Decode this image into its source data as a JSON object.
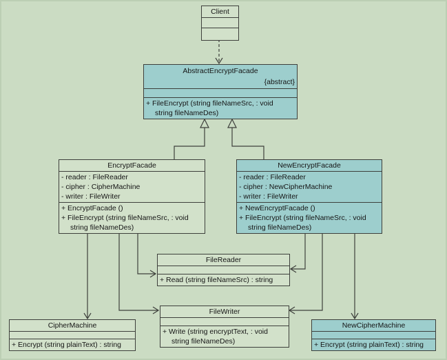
{
  "colors": {
    "background": "#cbdcc3",
    "box_fill_light": "#d2e1ca",
    "box_fill_teal": "#9dcecd",
    "border": "#3d3f3b",
    "text": "#151515"
  },
  "classes": {
    "client": {
      "name": "Client",
      "attributes": [],
      "operations": []
    },
    "abstract_encrypt_facade": {
      "name": "AbstractEncryptFacade",
      "stereotype": "{abstract}",
      "attributes": [],
      "operations": [
        "+ FileEncrypt (string fileNameSrc, : void",
        "string fileNameDes)"
      ]
    },
    "encrypt_facade": {
      "name": "EncryptFacade",
      "attributes": [
        "- reader : FileReader",
        "- cipher : CipherMachine",
        "- writer : FileWriter"
      ],
      "operations": [
        "+ EncryptFacade ()",
        "+ FileEncrypt (string fileNameSrc, : void",
        "string fileNameDes)"
      ]
    },
    "new_encrypt_facade": {
      "name": "NewEncryptFacade",
      "attributes": [
        "- reader : FileReader",
        "- cipher : NewCipherMachine",
        "- writer : FileWriter"
      ],
      "operations": [
        "+ NewEncryptFacade ()",
        "+ FileEncrypt (string fileNameSrc, : void",
        "string fileNameDes)"
      ]
    },
    "file_reader": {
      "name": "FileReader",
      "attributes": [],
      "operations": [
        "+ Read (string fileNameSrc) : string"
      ]
    },
    "file_writer": {
      "name": "FileWriter",
      "attributes": [],
      "operations": [
        "+ Write (string encryptText, : void",
        "string fileNameDes)"
      ]
    },
    "cipher_machine": {
      "name": "CipherMachine",
      "attributes": [],
      "operations": [
        "+ Encrypt (string plainText) : string"
      ]
    },
    "new_cipher_machine": {
      "name": "NewCipherMachine",
      "attributes": [],
      "operations": [
        "+ Encrypt (string plainText) : string"
      ]
    }
  },
  "relationships": [
    {
      "type": "dependency",
      "from": "Client",
      "to": "AbstractEncryptFacade",
      "arrow": "open"
    },
    {
      "type": "generalization",
      "from": "EncryptFacade",
      "to": "AbstractEncryptFacade",
      "arrow": "hollow-triangle"
    },
    {
      "type": "generalization",
      "from": "NewEncryptFacade",
      "to": "AbstractEncryptFacade",
      "arrow": "hollow-triangle"
    },
    {
      "type": "association",
      "from": "EncryptFacade",
      "to": "CipherMachine",
      "arrow": "open"
    },
    {
      "type": "association",
      "from": "EncryptFacade",
      "to": "FileWriter",
      "arrow": "open"
    },
    {
      "type": "association",
      "from": "EncryptFacade",
      "to": "FileReader",
      "arrow": "open"
    },
    {
      "type": "association",
      "from": "NewEncryptFacade",
      "to": "FileReader",
      "arrow": "open"
    },
    {
      "type": "association",
      "from": "NewEncryptFacade",
      "to": "FileWriter",
      "arrow": "open"
    },
    {
      "type": "association",
      "from": "NewEncryptFacade",
      "to": "NewCipherMachine",
      "arrow": "open"
    }
  ]
}
